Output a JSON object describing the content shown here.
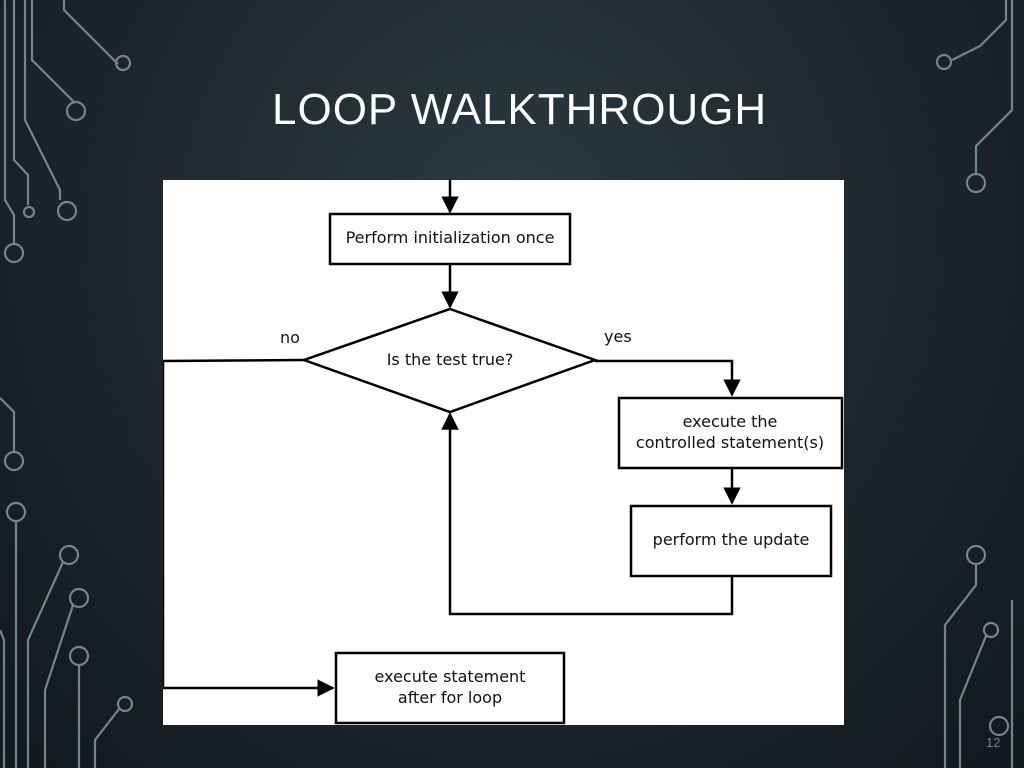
{
  "slide": {
    "title": "LOOP WALKTHROUGH",
    "page_number": "12"
  },
  "flowchart": {
    "init_box": "Perform initialization once",
    "test": "Is the test true?",
    "no_label": "no",
    "yes_label": "yes",
    "body_line1": "execute the",
    "body_line2": "controlled statement(s)",
    "update_box": "perform the update",
    "after_line1": "execute statement",
    "after_line2": "after for loop"
  },
  "colors": {
    "background": "#1d262c",
    "circuit": "#7f95a0",
    "panel": "#ffffff",
    "title": "#ffffff"
  }
}
